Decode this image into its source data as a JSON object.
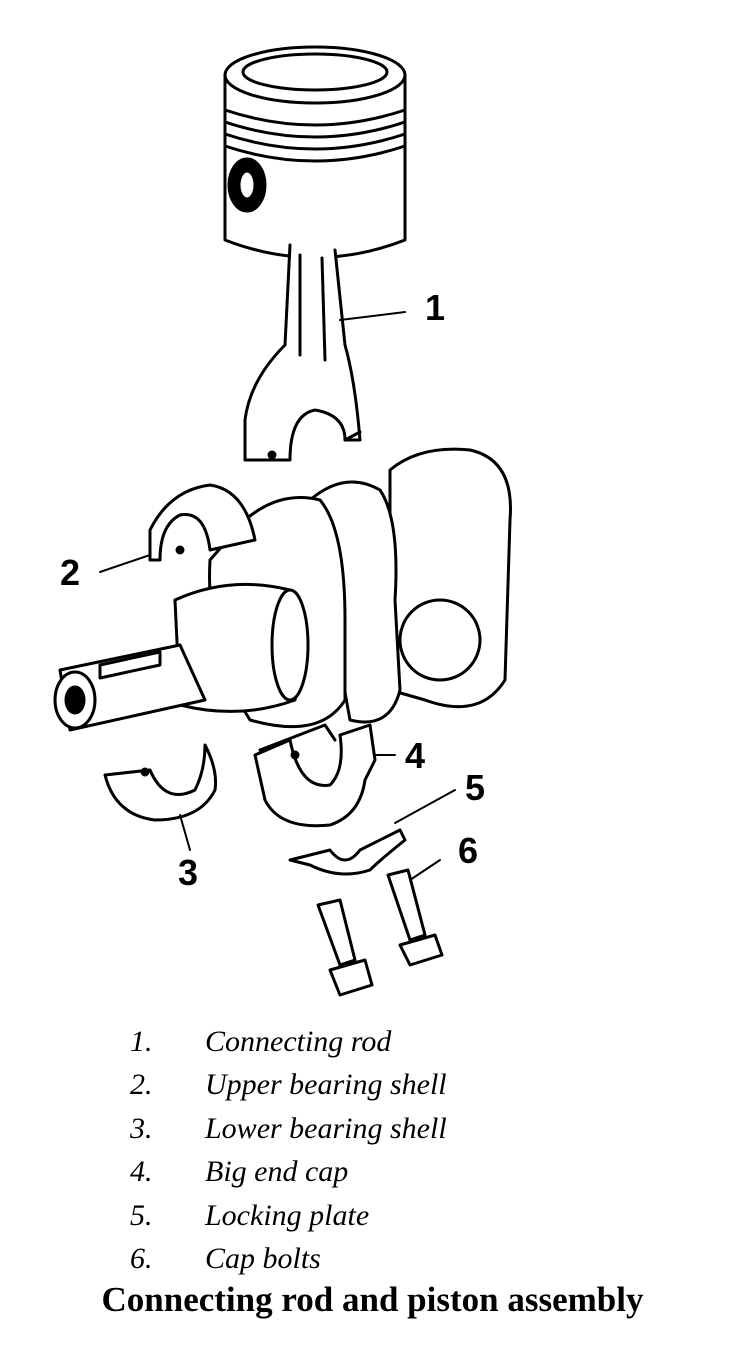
{
  "callouts": {
    "c1": "1",
    "c2": "2",
    "c3": "3",
    "c4": "4",
    "c5": "5",
    "c6": "6"
  },
  "legend": [
    {
      "num": "1.",
      "label": "Connecting rod"
    },
    {
      "num": "2.",
      "label": "Upper bearing shell"
    },
    {
      "num": "3.",
      "label": "Lower bearing shell"
    },
    {
      "num": "4.",
      "label": "Big end cap"
    },
    {
      "num": "5.",
      "label": "Locking plate"
    },
    {
      "num": "6.",
      "label": "Cap bolts"
    }
  ],
  "caption": "Connecting rod and piston assembly"
}
